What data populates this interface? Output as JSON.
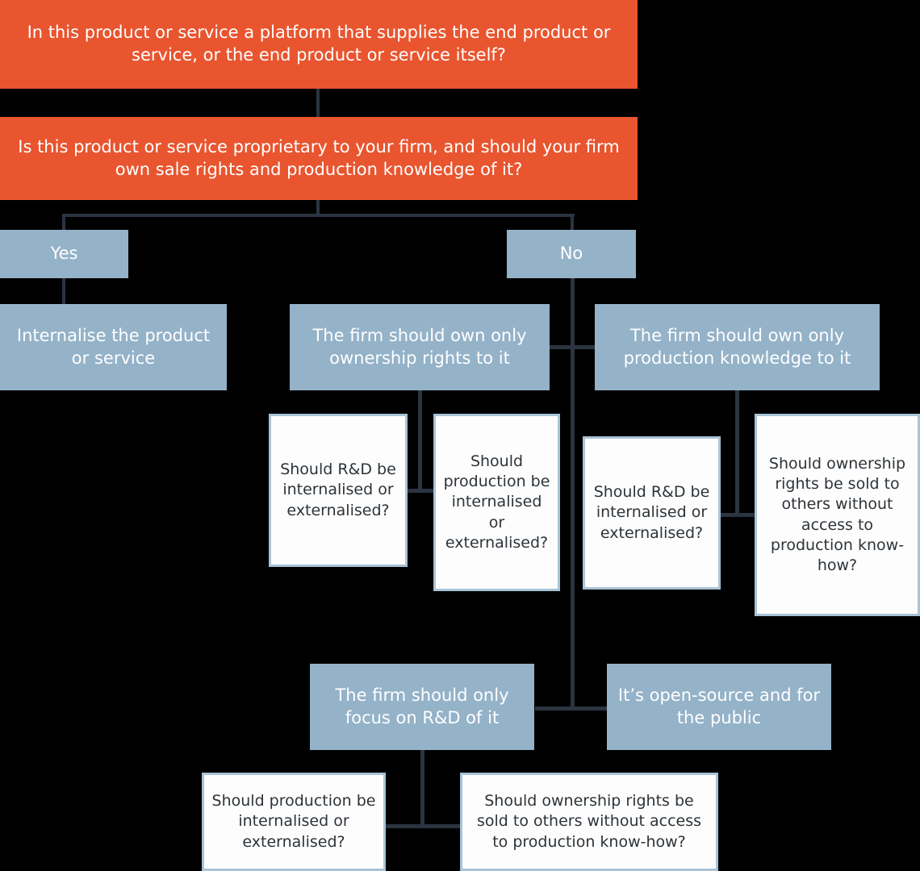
{
  "diagram": {
    "title_question": "In this product or service a platform that supplies the end product or service, or the end product or service itself?",
    "colors": {
      "question_fill": "#e8552f",
      "answer_fill": "#94b2c8",
      "leaf_fill": "#fdfdfd",
      "leaf_border": "#a8c3d6",
      "connector": "#2b3440",
      "background": "#000000",
      "question_text": "#ffffff",
      "answer_text": "#ffffff",
      "leaf_text": "#2d3338"
    },
    "nodes": {
      "q1": "In this product or service a platform that supplies the end product or service, or the end product or service itself?",
      "q2": "Is this product or service proprietary to your firm, and should your firm own sale rights and production knowledge of it?",
      "yes": "Yes",
      "no": "No",
      "internalise": "Internalise the product or service",
      "own_ownership_rights": "The firm should own only ownership rights to it",
      "own_production_knowledge": "The firm should own only production knowledge to it",
      "rd_internal_left": "Should R&D be internalised or externalised?",
      "production_internal_left": "Should production be internalised or externalised?",
      "rd_internal_mid": "Should R&D be internalised or externalised?",
      "ownership_sold_right": "Should ownership rights be sold to others without access to production know-how?",
      "focus_rd": "The firm should only focus on R&D of it",
      "open_source": "It’s open-source and for the public",
      "production_internal_bottom": "Should production be internalised or externalised?",
      "ownership_sold_bottom": "Should ownership rights be sold to others without access to production know-how?"
    }
  }
}
